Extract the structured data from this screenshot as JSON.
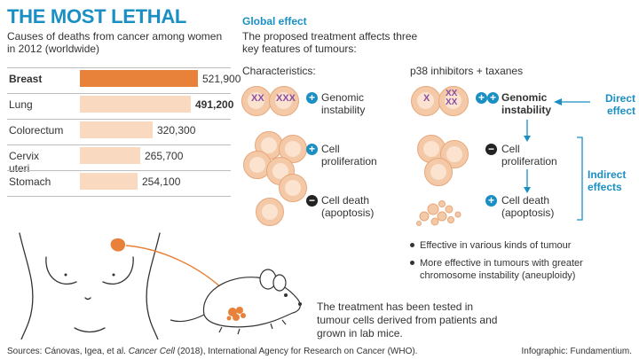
{
  "left": {
    "title": "THE MOST LETHAL",
    "subtitle": "Causes of deaths from cancer among women in 2012 (worldwide)",
    "rows": [
      {
        "label": "Breast",
        "value": "521,900",
        "label_bold": true,
        "value_bold": false,
        "highlight": true
      },
      {
        "label": "Lung",
        "value": "491,200",
        "label_bold": false,
        "value_bold": true,
        "highlight": false
      },
      {
        "label": "Colorectum",
        "value": "320,300",
        "label_bold": false,
        "value_bold": false,
        "highlight": false
      },
      {
        "label": "Cervix uteri",
        "value": "265,700",
        "label_bold": false,
        "value_bold": false,
        "highlight": false
      },
      {
        "label": "Stomach",
        "value": "254,100",
        "label_bold": false,
        "value_bold": false,
        "highlight": false
      }
    ],
    "mouse_caption": "The treatment has been tested in tumour cells derived from patients and grown in lab mice."
  },
  "right": {
    "heading": "Global effect",
    "intro": "The proposed treatment affects three key features of tumours:",
    "characteristics_label": "Characteristics:",
    "treatment_label": "p38 inhibitors + taxanes",
    "char_items": [
      "Genomic instability",
      "Cell proliferation",
      "Cell death (apoptosis)"
    ],
    "treat_items": [
      "Genomic instability",
      "Cell proliferation",
      "Cell death (apoptosis)"
    ],
    "direct_effect": "Direct effect",
    "indirect_effects": "Indirect effects",
    "bullets": [
      "Effective in various kinds of tumour",
      "More effective in tumours with greater chromosome instability (aneuploidy)"
    ]
  },
  "footer": {
    "sources_prefix": "Sources: Cánovas, Igea, et al.",
    "sources_journal": "Cancer Cell",
    "sources_suffix": "(2018), International Agency for Research on Cancer (WHO).",
    "credit": "Infographic: Fundamentium."
  },
  "colors": {
    "accent_blue": "#1a8fc4",
    "orange_bar": "#e8823a",
    "light_bar": "#f9d9c0",
    "cell_fill": "#f4c9a8",
    "cell_stroke": "#e8a779",
    "chromosome": "#8a4fa3"
  },
  "icons": {
    "plus": "plus-icon",
    "minus": "minus-icon",
    "cell": "tumour-cell-icon",
    "body": "female-torso-icon",
    "mouse": "lab-mouse-icon"
  }
}
